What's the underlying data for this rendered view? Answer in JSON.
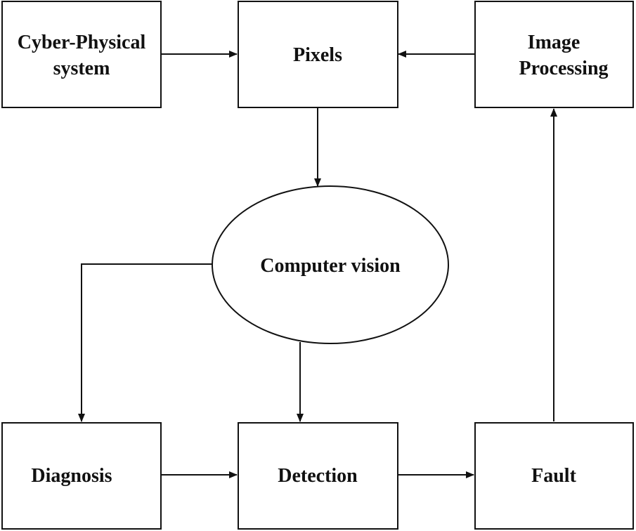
{
  "nodes": {
    "cyber_physical": {
      "line1": "Cyber-Physical",
      "line2": "system"
    },
    "pixels": {
      "label": "Pixels"
    },
    "image_processing": {
      "line1": "Image",
      "line2": "Processing"
    },
    "computer_vision": {
      "label": "Computer vision"
    },
    "diagnosis": {
      "label": "Diagnosis"
    },
    "detection": {
      "label": "Detection"
    },
    "fault": {
      "label": "Fault"
    }
  },
  "edges": [
    {
      "from": "Cyber-Physical system",
      "to": "Pixels"
    },
    {
      "from": "Image Processing",
      "to": "Pixels"
    },
    {
      "from": "Pixels",
      "to": "Computer vision"
    },
    {
      "from": "Computer vision",
      "to": "Diagnosis"
    },
    {
      "from": "Computer vision",
      "to": "Detection"
    },
    {
      "from": "Diagnosis",
      "to": "Detection"
    },
    {
      "from": "Detection",
      "to": "Fault"
    },
    {
      "from": "Fault",
      "to": "Image Processing"
    }
  ]
}
